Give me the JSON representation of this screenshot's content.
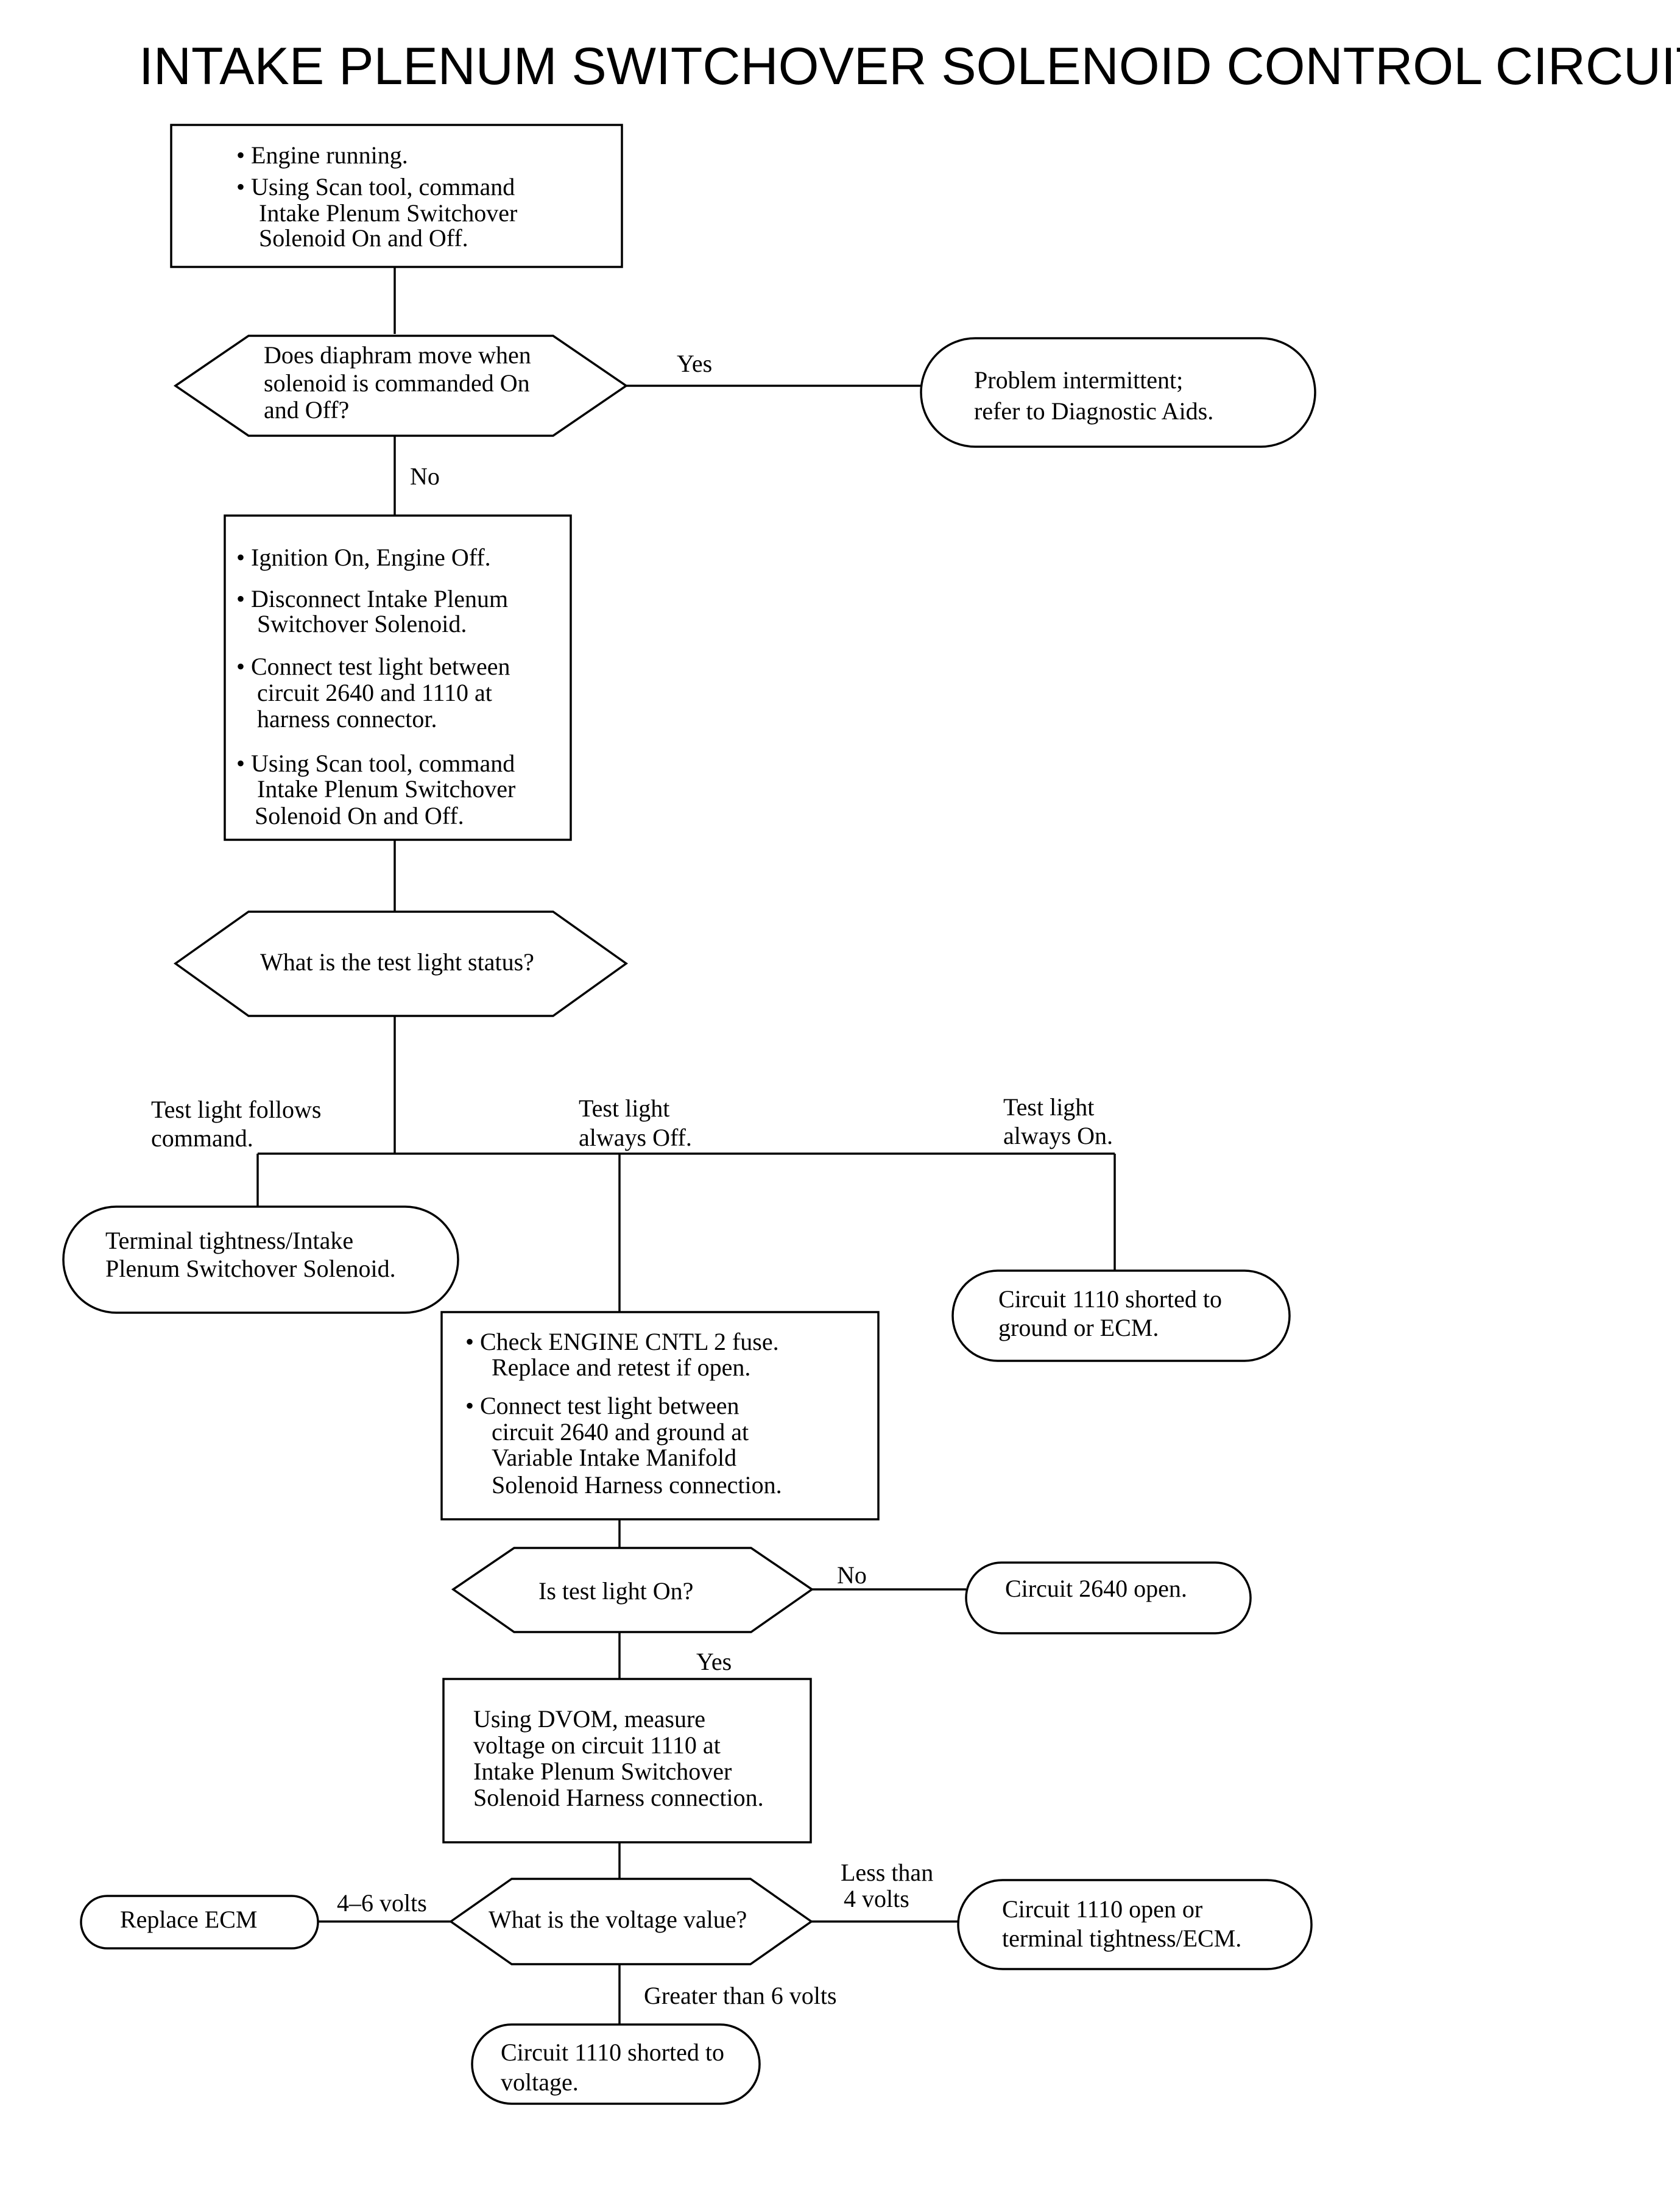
{
  "title": "INTAKE PLENUM SWITCHOVER SOLENOID CONTROL CIRCUIT",
  "steps": {
    "step1": [
      "• Engine running.",
      "• Using Scan tool, command",
      "Intake Plenum Switchover",
      "Solenoid On and Off."
    ],
    "step2": [
      "• Ignition On, Engine Off.",
      "• Disconnect  Intake Plenum",
      "Switchover Solenoid.",
      "• Connect test light between",
      "circuit 2640 and 1110 at",
      "harness connector.",
      "• Using Scan tool, command",
      "Intake Plenum Switchover",
      "Solenoid On and Off."
    ],
    "step3": [
      "• Check ENGINE CNTL 2 fuse.",
      "Replace and retest if open.",
      "• Connect test light between",
      "circuit 2640 and ground at",
      "Variable Intake Manifold",
      "Solenoid Harness connection."
    ],
    "step4": [
      "Using DVOM, measure",
      "voltage on circuit 1110 at",
      "Intake Plenum Switchover",
      "Solenoid Harness connection."
    ]
  },
  "decisions": {
    "diaphragm": [
      "Does diaphram move when",
      "solenoid is commanded On",
      "and Off?"
    ],
    "light_status": [
      "What is the test light status?"
    ],
    "light_on": [
      "Is test light On?"
    ],
    "voltage": [
      "What is the voltage value?"
    ]
  },
  "results": {
    "intermittent": [
      "Problem intermittent;",
      "refer to Diagnostic Aids."
    ],
    "terminal_tightness": [
      "Terminal tightness/Intake",
      "Plenum Switchover Solenoid."
    ],
    "c1110_ground": [
      "Circuit 1110 shorted to",
      "ground or ECM."
    ],
    "c2640_open": [
      "Circuit 2640 open."
    ],
    "replace_ecm": [
      "Replace ECM"
    ],
    "c1110_open": [
      "Circuit 1110 open or",
      "terminal tightness/ECM."
    ],
    "c1110_voltage": [
      "Circuit 1110 shorted to",
      "voltage."
    ]
  },
  "labels": {
    "yes_1": [
      "Yes"
    ],
    "no_1": [
      "No"
    ],
    "follows": [
      "Test light follows",
      "command."
    ],
    "always_off": [
      "Test light",
      "always Off."
    ],
    "always_on": [
      "Test light",
      "always On."
    ],
    "no_2": [
      "No"
    ],
    "yes_2": [
      "Yes"
    ],
    "v4_6": [
      "4–6 volts"
    ],
    "less4": [
      "Less than",
      "4 volts"
    ],
    "greater6": [
      "Greater than 6 volts"
    ]
  }
}
